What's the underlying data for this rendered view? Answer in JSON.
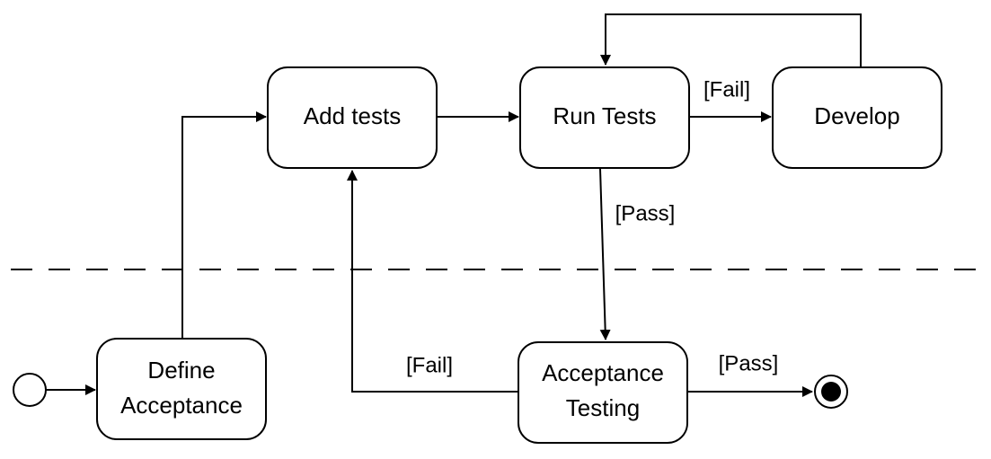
{
  "nodes": {
    "define_acceptance": {
      "line1": "Define",
      "line2": "Acceptance"
    },
    "add_tests": {
      "label": "Add tests"
    },
    "run_tests": {
      "label": "Run Tests"
    },
    "develop": {
      "label": "Develop"
    },
    "acceptance_testing": {
      "line1": "Acceptance",
      "line2": "Testing"
    }
  },
  "guards": {
    "run_to_develop": "[Fail]",
    "run_to_acceptance": "[Pass]",
    "acceptance_to_add": "[Fail]",
    "acceptance_to_end": "[Pass]"
  }
}
